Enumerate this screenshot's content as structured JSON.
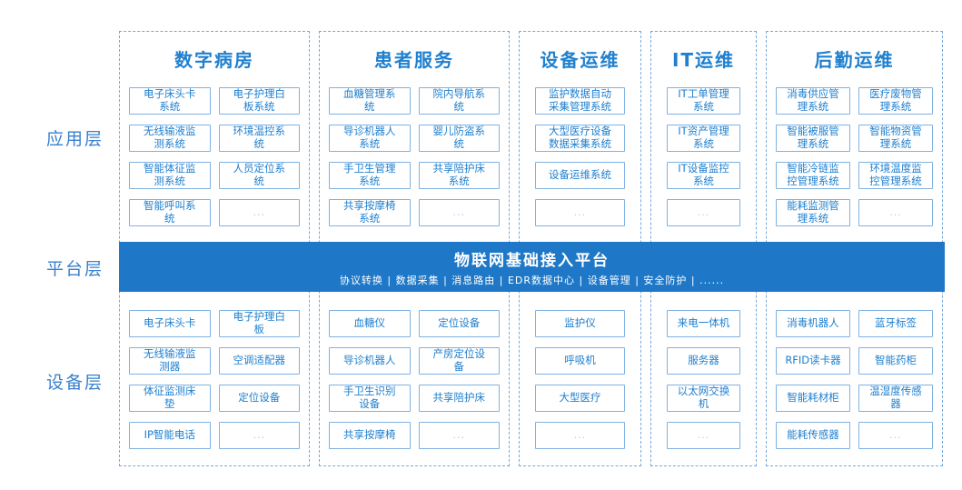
{
  "layers": {
    "application": "应用层",
    "platform": "平台层",
    "device": "设备层"
  },
  "platform_band": {
    "title": "物联网基础接入平台",
    "subtitle": "协议转换 | 数据采集 | 消息路由 | EDR数据中心 | 设备管理 | 安全防护 | ......"
  },
  "columns": [
    {
      "header": "数字病房",
      "grid_cols": 2,
      "app_systems": [
        "电子床头卡\n系统",
        "电子护理白\n板系统",
        "无线输液监\n测系统",
        "环境温控系\n统",
        "智能体征监\n测系统",
        "人员定位系\n统",
        "智能呼叫系\n统",
        "..."
      ],
      "devices": [
        "电子床头卡",
        "电子护理白\n板",
        "无线输液监\n测器",
        "空调适配器",
        "体征监测床\n垫",
        "定位设备",
        "IP智能电话",
        "..."
      ]
    },
    {
      "header": "患者服务",
      "grid_cols": 2,
      "app_systems": [
        "血糖管理系\n统",
        "院内导航系\n统",
        "导诊机器人\n系统",
        "婴儿防盗系\n统",
        "手卫生管理\n系统",
        "共享陪护床\n系统",
        "共享按摩椅\n系统",
        "..."
      ],
      "devices": [
        "血糖仪",
        "定位设备",
        "导诊机器人",
        "产房定位设\n备",
        "手卫生识别\n设备",
        "共享陪护床",
        "共享按摩椅",
        "..."
      ]
    },
    {
      "header": "设备运维",
      "grid_cols": 1,
      "app_systems": [
        "监护数据自动\n采集管理系统",
        "大型医疗设备\n数据采集系统",
        "设备运维系统",
        "..."
      ],
      "devices": [
        "监护仪",
        "呼吸机",
        "大型医疗",
        "..."
      ]
    },
    {
      "header": "IT运维",
      "grid_cols": 1,
      "app_systems": [
        "IT工单管理\n系统",
        "IT资产管理\n系统",
        "IT设备监控\n系统",
        "..."
      ],
      "devices": [
        "来电一体机",
        "服务器",
        "以太网交换\n机",
        "..."
      ]
    },
    {
      "header": "后勤运维",
      "grid_cols": 2,
      "app_systems": [
        "消毒供应管\n理系统",
        "医疗废物管\n理系统",
        "智能被服管\n理系统",
        "智能物资管\n理系统",
        "智能冷链监\n控管理系统",
        "环境温度监\n控管理系统",
        "能耗监测管\n理系统",
        "..."
      ],
      "devices": [
        "消毒机器人",
        "蓝牙标签",
        "RFID读卡器",
        "智能药柜",
        "智能耗材柜",
        "温湿度传感\n器",
        "能耗传感器",
        "..."
      ]
    }
  ],
  "colors": {
    "band_blue": "#1f78c7",
    "header_blue": "#2080cf",
    "box_text_blue": "#1e7fce",
    "box_border_blue": "#7fb2e2",
    "dashed_border_blue": "#74a9dc",
    "layer_label_blue": "#3a80cc",
    "ellipsis_blue": "#a9cbea"
  }
}
